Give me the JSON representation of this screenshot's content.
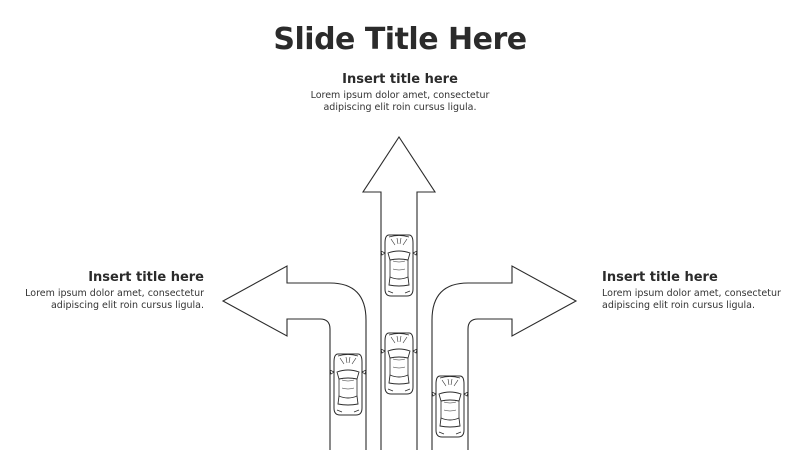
{
  "slide": {
    "title": "Slide Title Here"
  },
  "blocks": {
    "top": {
      "title": "Insert title here",
      "body": "Lorem ipsum dolor amet, consectetur\nadipiscing elit roin cursus ligula."
    },
    "left": {
      "title": "Insert title here",
      "body": "Lorem ipsum dolor amet, consectetur\nadipiscing elit roin cursus ligula."
    },
    "right": {
      "title": "Insert title here",
      "body": "Lorem ipsum dolor amet, consectetur\nadipiscing elit roin cursus ligula."
    }
  },
  "icons": [
    "arrow-up-icon",
    "arrow-left-icon",
    "arrow-right-icon",
    "car-icon"
  ],
  "colors": {
    "stroke": "#2b2b2b",
    "text": "#333333",
    "background": "#ffffff"
  }
}
